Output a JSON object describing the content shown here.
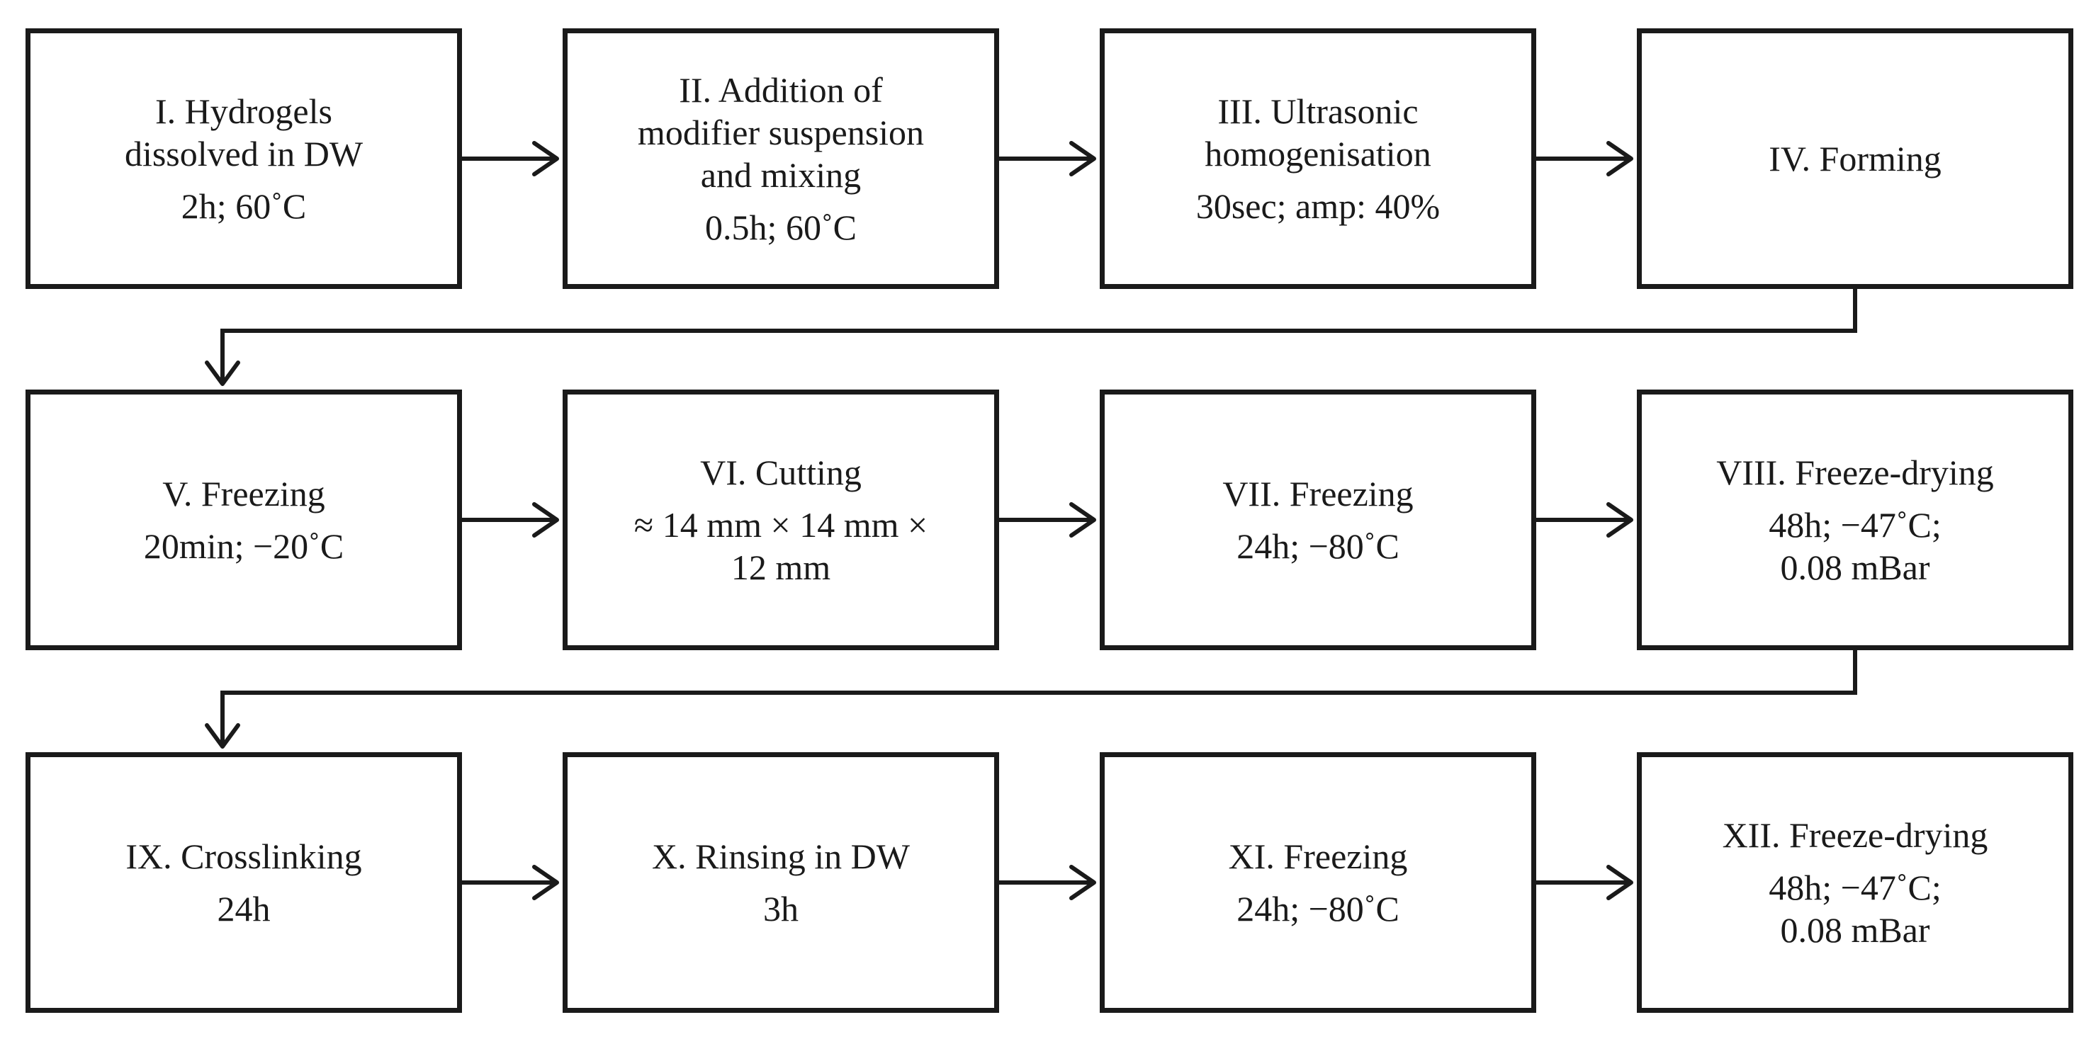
{
  "steps": [
    {
      "title": "I. Hydrogels dissolved in DW",
      "title_lines": [
        "I. Hydrogels",
        "dissolved in DW"
      ],
      "detail_lines": [
        "2h; 60˚C"
      ]
    },
    {
      "title": "II. Addition of modifier suspension and mixing",
      "title_lines": [
        "II. Addition of",
        "modifier suspension",
        "and mixing"
      ],
      "detail_lines": [
        "0.5h; 60˚C"
      ]
    },
    {
      "title": "III. Ultrasonic homogenisation",
      "title_lines": [
        "III. Ultrasonic",
        "homogenisation"
      ],
      "detail_lines": [
        "30sec; amp: 40%"
      ]
    },
    {
      "title": "IV. Forming",
      "title_lines": [
        "IV. Forming"
      ],
      "detail_lines": []
    },
    {
      "title": "V. Freezing",
      "title_lines": [
        "V. Freezing"
      ],
      "detail_lines": [
        "20min; −20˚C"
      ]
    },
    {
      "title": "VI. Cutting",
      "title_lines": [
        "VI. Cutting"
      ],
      "detail_lines": [
        "≈ 14 mm × 14 mm ×",
        "12 mm"
      ]
    },
    {
      "title": "VII. Freezing",
      "title_lines": [
        "VII. Freezing"
      ],
      "detail_lines": [
        "24h; −80˚C"
      ]
    },
    {
      "title": "VIII. Freeze-drying",
      "title_lines": [
        "VIII. Freeze-drying"
      ],
      "detail_lines": [
        "48h; −47˚C;",
        "0.08 mBar"
      ]
    },
    {
      "title": "IX. Crosslinking",
      "title_lines": [
        "IX. Crosslinking"
      ],
      "detail_lines": [
        "24h"
      ]
    },
    {
      "title": "X. Rinsing in DW",
      "title_lines": [
        "X. Rinsing in DW"
      ],
      "detail_lines": [
        "3h"
      ]
    },
    {
      "title": "XI. Freezing",
      "title_lines": [
        "XI. Freezing"
      ],
      "detail_lines": [
        "24h; −80˚C"
      ]
    },
    {
      "title": "XII. Freeze-drying",
      "title_lines": [
        "XII. Freeze-drying"
      ],
      "detail_lines": [
        "48h; −47˚C;",
        "0.08 mBar"
      ]
    }
  ],
  "layout": {
    "columns": 4,
    "rows": 3
  },
  "colors": {
    "stroke": "#1a1a1a",
    "background": "#ffffff"
  }
}
